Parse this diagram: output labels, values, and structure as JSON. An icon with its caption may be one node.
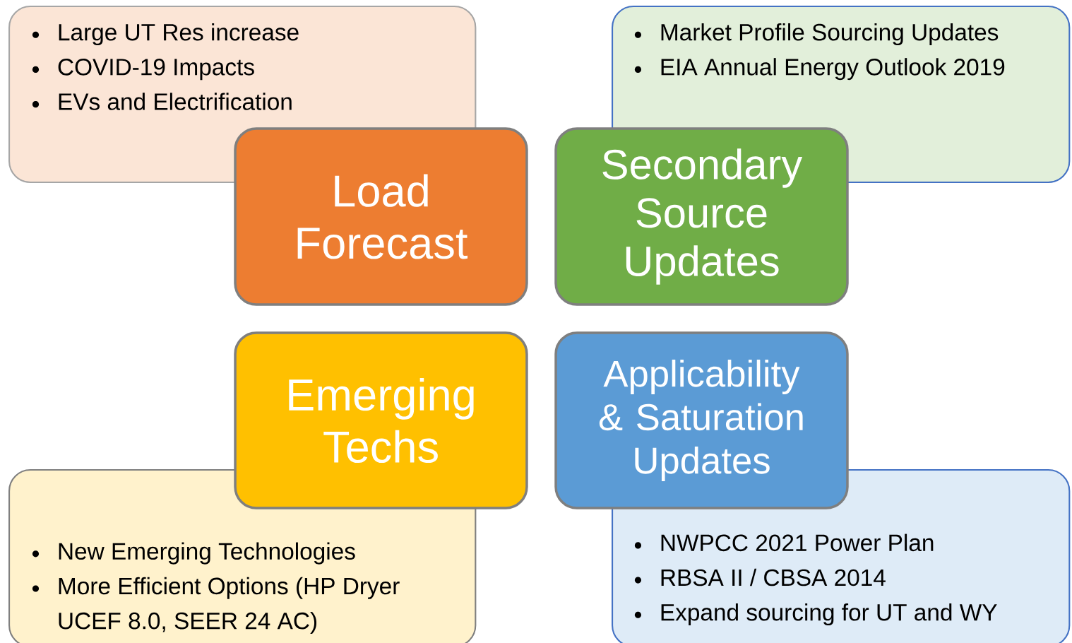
{
  "diagram": {
    "nodes": [
      {
        "text": [
          "Large UT Res increase",
          "COVID-19 Impacts",
          "EVs and Electrification"
        ]
      },
      {
        "text": [
          "Load Forecast"
        ]
      },
      {
        "text": [
          "Market Profile Sourcing Updates",
          "EIA Annual Energy Outlook 2019"
        ]
      },
      {
        "text": [
          "Secondary Source Updates"
        ]
      },
      {
        "text": [
          "Emerging Techs"
        ]
      },
      {
        "text": [
          "New Emerging Technologies",
          "More Efficient Options (HP Dryer UCEF 8.0, SEER 24 AC)"
        ]
      },
      {
        "text": [
          "Applicability & Saturation Updates"
        ]
      },
      {
        "text": [
          "NWPCC 2021 Power Plan",
          "RBSA II / CBSA 2014",
          "Expand sourcing for UT and WY"
        ]
      }
    ]
  }
}
